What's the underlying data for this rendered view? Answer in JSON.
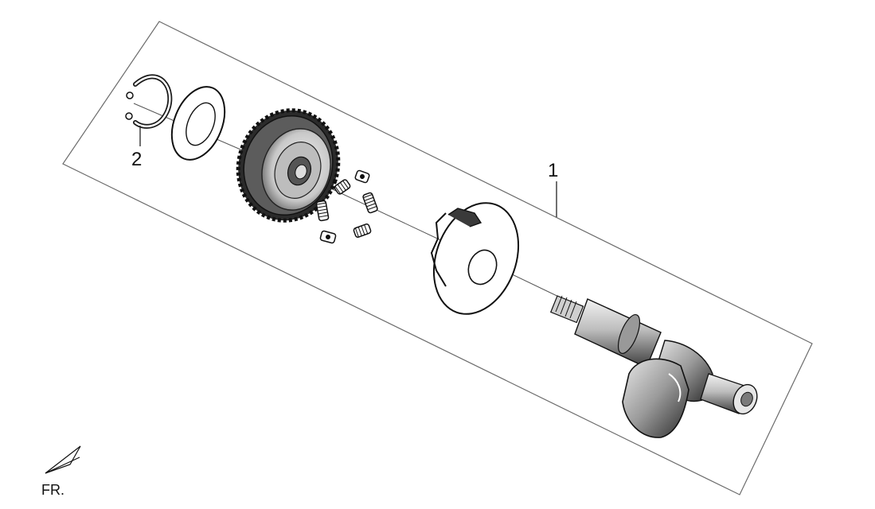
{
  "callouts": {
    "part_1": "1",
    "part_2": "2"
  },
  "orientation": {
    "label": "FR."
  },
  "colors": {
    "line": "#222222",
    "shade_dark": "#3a3a3a",
    "shade_mid": "#8a8a8a",
    "shade_light": "#d9d9d9",
    "background": "#ffffff"
  }
}
